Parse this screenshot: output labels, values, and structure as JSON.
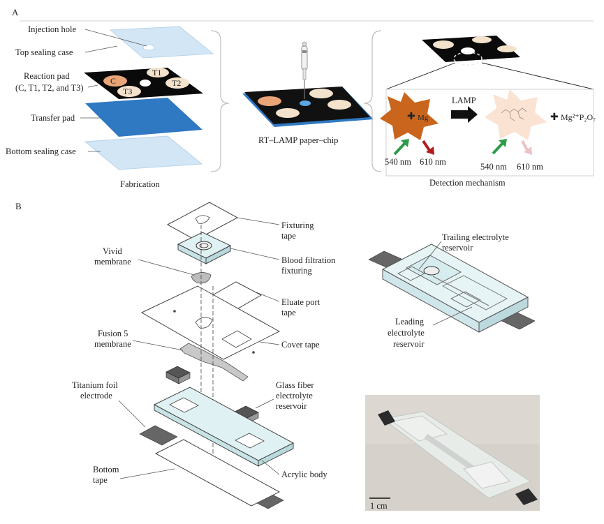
{
  "panel_a": {
    "letter": "A",
    "labels": {
      "injection_hole": "Injection hole",
      "top_sealing_case": "Top sealing case",
      "reaction_pad": "Reaction pad",
      "reaction_pad_sub": "(C, T1, T2, and T3)",
      "transfer_pad": "Transfer pad",
      "bottom_sealing_case": "Bottom sealing case",
      "fabrication": "Fabrication",
      "chip_title": "RT–LAMP paper–chip",
      "detection_mechanism": "Detection mechanism",
      "lamp": "LAMP",
      "mg": "Mg",
      "product": "Mg²⁺P₂O₇",
      "ex1": "540 nm",
      "em1": "610 nm",
      "ex2": "540 nm",
      "em2": "610 nm"
    },
    "pad_labels": {
      "c": "C",
      "t1": "T1",
      "t2": "T2",
      "t3": "T3"
    }
  },
  "panel_b": {
    "letter": "B",
    "labels": {
      "fixturing_tape_1": "Fixturing",
      "fixturing_tape_2": "tape",
      "vivid_1": "Vivid",
      "vivid_2": "membrane",
      "blood_1": "Blood filtration",
      "blood_2": "fixturing",
      "eluate_1": "Eluate port",
      "eluate_2": "tape",
      "fusion_1": "Fusion 5",
      "fusion_2": "membrane",
      "cover_tape": "Cover tape",
      "titanium_1": "Titanium foil",
      "titanium_2": "electrode",
      "glass_1": "Glass fiber",
      "glass_2": "electrolyte",
      "glass_3": "reservoir",
      "bottom_1": "Bottom",
      "bottom_2": "tape",
      "acrylic": "Acrylic body",
      "trailing_1": "Trailing electrolyte",
      "trailing_2": "reservoir",
      "leading_1": "Leading",
      "leading_2": "electrolyte",
      "leading_3": "reservoir",
      "scale": "1 cm"
    }
  },
  "colors": {
    "sealing": "#d3e6f5",
    "transfer": "#2f78c2",
    "reaction_black": "#0a0a0a",
    "pad_cream": "#f3e2cc",
    "star_orange": "#c9651c",
    "arrow_green": "#2e9b48",
    "arrow_red": "#b01c1c",
    "arrow_pink": "#ecc1c5",
    "acrylic": "#dff1f3"
  }
}
